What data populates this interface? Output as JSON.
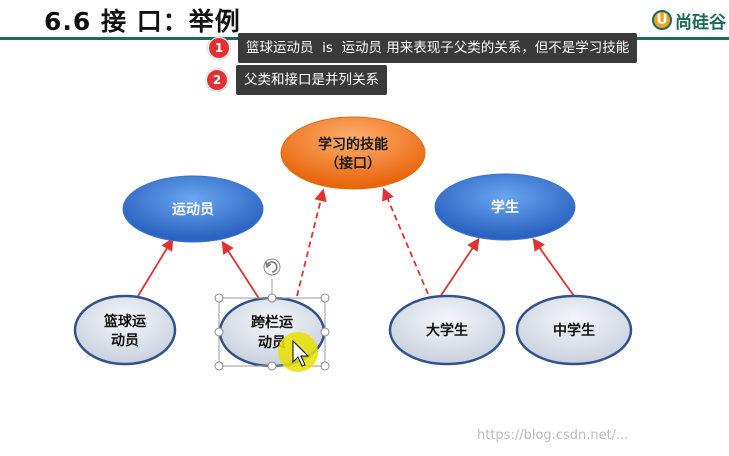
{
  "header": {
    "title": "6.6  接 口：举例",
    "logo_text": "尚硅谷",
    "logo_badge": "U"
  },
  "tips": [
    {
      "num": "1",
      "text": "篮球运动员  is  运动员 用来表现子父类的关系，但不是学习技能"
    },
    {
      "num": "2",
      "text": "父类和接口是并列关系"
    }
  ],
  "nodes": {
    "skill_line1": "学习的技能",
    "skill_line2": "（接口）",
    "athlete": "运动员",
    "student": "学生",
    "basketball_line1": "篮球运",
    "basketball_line2": "动员",
    "hurdler_line1": "跨栏运",
    "hurdler_line2": "动员",
    "college": "大学生",
    "middle": "中学生"
  },
  "colors": {
    "header_rule": "#1c6a57",
    "parent_blue": "#3a78d4",
    "interface_orange": "#f07c1c",
    "child_gray": "#dde3ee",
    "child_border": "#34528a",
    "arrow_red": "#e03232"
  },
  "watermark": "https://blog.csdn.net/..."
}
